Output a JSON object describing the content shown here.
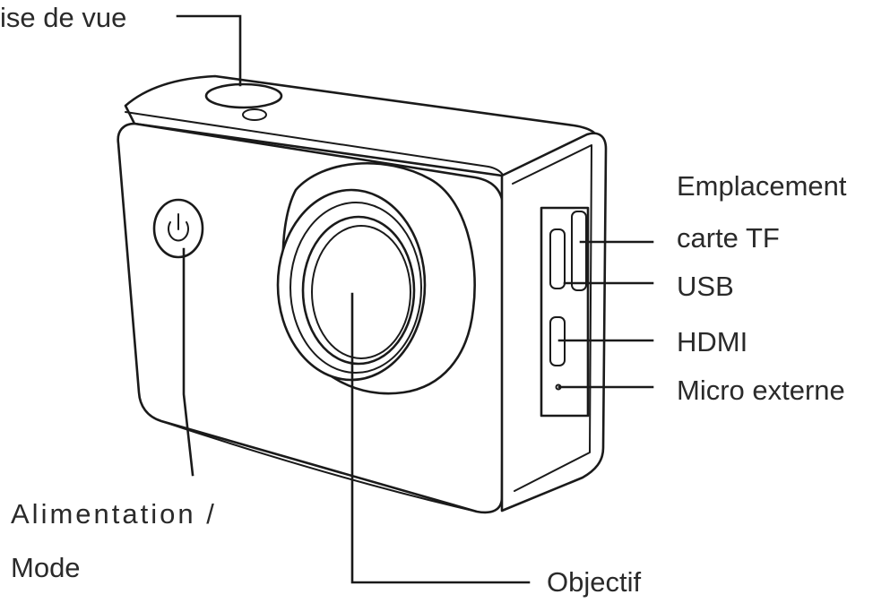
{
  "labels": {
    "shutter": "ise de vue",
    "tf_slot_line1": "Emplacement",
    "tf_slot_line2": "carte TF",
    "usb": "USB",
    "hdmi": "HDMI",
    "external_mic": "Micro externe",
    "power_mode_line1": "Alimentation /",
    "power_mode_line2": "Mode",
    "lens": "Objectif"
  },
  "colors": {
    "line": "#1a1a1a",
    "text": "#2a2a2a",
    "background": "#ffffff"
  },
  "icons": {
    "power_button": "power-icon"
  }
}
